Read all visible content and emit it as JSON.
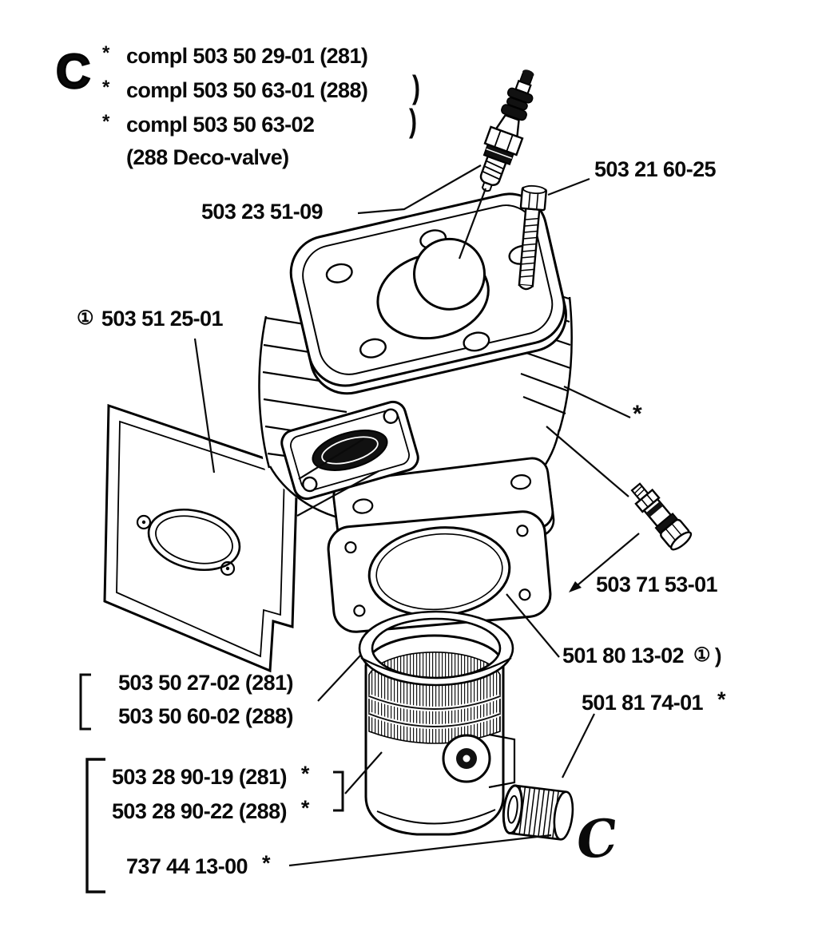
{
  "section": {
    "letter": "C",
    "script_letter": "C"
  },
  "legend": {
    "rows": [
      {
        "star": "*",
        "text": "compl 503 50 29-01 (281)",
        "bracket": ""
      },
      {
        "star": "*",
        "text": "compl 503 50 63-01 (288)",
        "bracket": ")"
      },
      {
        "star": "*",
        "text": "compl 503 50 63-02",
        "bracket": ")"
      },
      {
        "star": "",
        "text": "(288 Deco-valve)",
        "bracket": ""
      }
    ]
  },
  "labels": {
    "spark_plug": {
      "text": "503 23 51-09"
    },
    "head_bolt": {
      "text": "503 21 60-25"
    },
    "muffler_gasket": {
      "marker": "①",
      "text": "503 51 25-01"
    },
    "cylinder_star": {
      "star": "*"
    },
    "decomp_valve": {
      "text": "503 71 53-01"
    },
    "base_gasket": {
      "text": "501 80 13-02",
      "marker": "①",
      "bracket": ")"
    },
    "piston_a": {
      "text": "503 50 27-02 (281)"
    },
    "piston_b": {
      "text": "503 50 60-02 (288)"
    },
    "needle_bearing": {
      "text": "501 81 74-01",
      "star": "*"
    },
    "ring_a": {
      "text": "503 28 90-19 (281)",
      "star": "*"
    },
    "ring_b": {
      "text": "503 28 90-22 (288)",
      "star": "*"
    },
    "circlip": {
      "text": "737 44 13-00",
      "star": "*"
    }
  }
}
